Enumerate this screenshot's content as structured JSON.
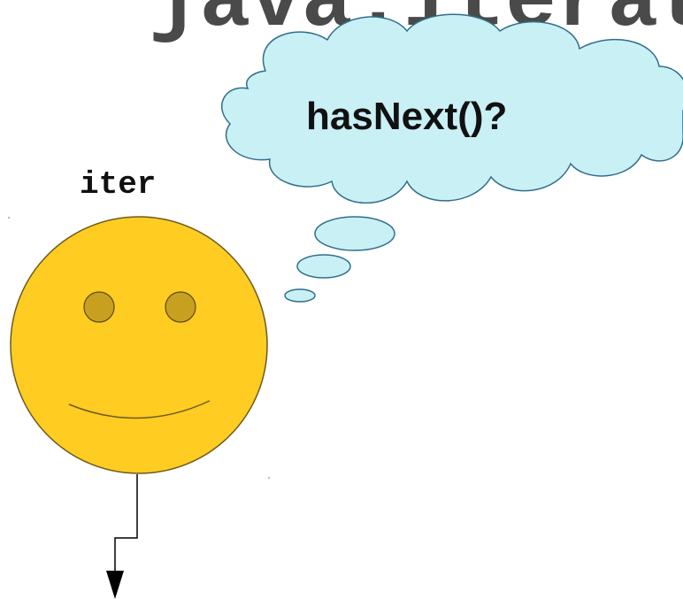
{
  "slide": {
    "heading_fragment": "java.iterat",
    "thought_text": "hasNext()?",
    "object_label": "iter"
  },
  "colors": {
    "background": "#ffffff",
    "face_fill": "#ffcc22",
    "face_stroke": "#6b5a1e",
    "eye_fill": "#c8a020",
    "cloud_fill": "#c9f0f5",
    "cloud_stroke": "#2f6f8a",
    "heading_color": "#4a4a4a",
    "text_color": "#111111",
    "line_color": "#000000"
  },
  "icons": {
    "face": "smiley-face-icon",
    "cloud": "thought-cloud-icon",
    "arrow": "down-arrow-icon"
  }
}
